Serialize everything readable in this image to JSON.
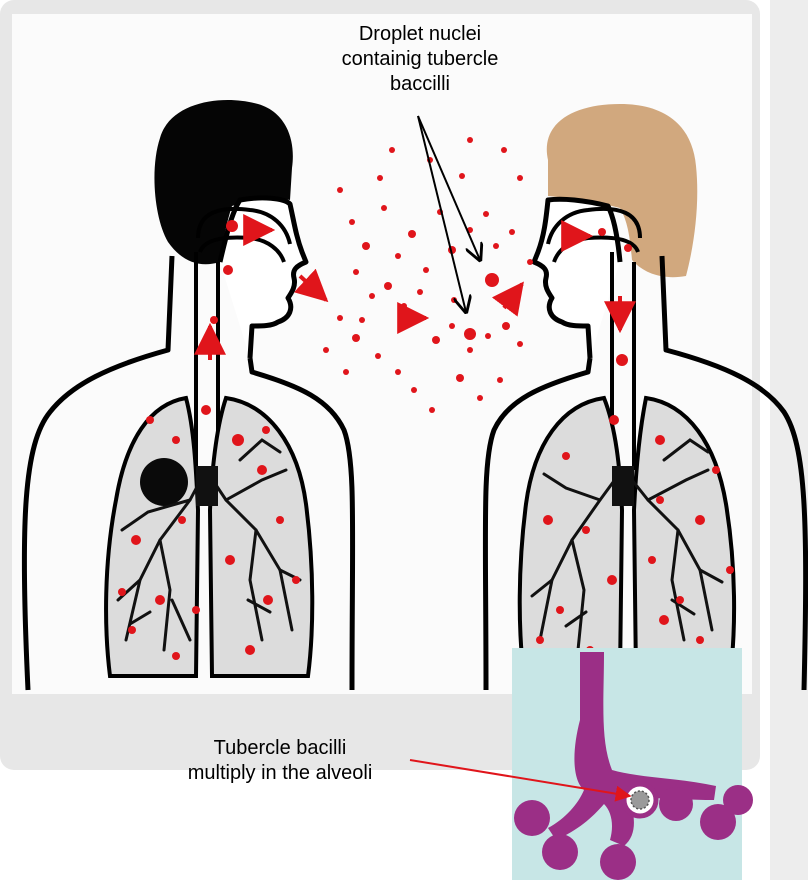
{
  "labels": {
    "droplet": [
      "Droplet nuclei",
      "containig tubercle",
      "baccilli"
    ],
    "multiply": [
      "Tubercle bacilli",
      "multiply in the alveoli"
    ]
  },
  "colors": {
    "background": "#ffffff",
    "panel_left": "#e7e7e7",
    "panel_right": "#ededed",
    "hair_left": "#050505",
    "hair_right": "#d1a87e",
    "lung_fill": "#dcdcdc",
    "droplet": "#e0151b",
    "alveoli_bg": "#c7e6e6",
    "alveoli": "#9b2f86",
    "pointer_line": "#000000",
    "pointer_line_red": "#e0151b"
  }
}
